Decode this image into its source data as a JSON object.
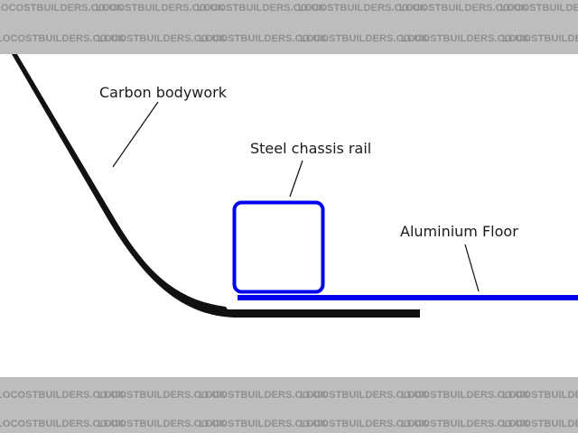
{
  "watermark": {
    "text": "LOCOSTBUILDERS.CO.UK"
  },
  "diagram": {
    "labels": {
      "carbon_bodywork": "Carbon bodywork",
      "steel_chassis_rail": "Steel chassis rail",
      "aluminium_floor": "Aluminium Floor"
    }
  },
  "colors": {
    "bodywork": "#111111",
    "chassis": "#0000ee",
    "floor": "#0000ee",
    "leader": "#1a1a1a",
    "watermark_band": "#bdbdbd"
  }
}
